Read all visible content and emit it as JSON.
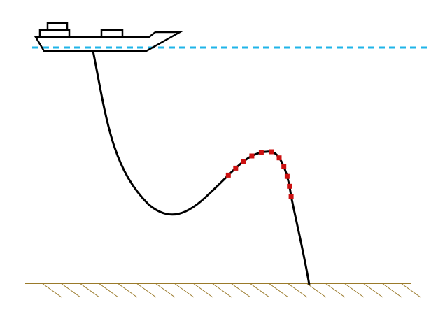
{
  "diagram": {
    "type": "lazy-wave-riser-schematic",
    "colors": {
      "background": "#ffffff",
      "sea_surface": "#1fb4e8",
      "seabed": "#9a7a2a",
      "vessel": "#000000",
      "riser": "#000000",
      "buoyancy_modules": "#cc1111"
    },
    "components": [
      "vessel",
      "sea-surface",
      "riser",
      "buoyancy-modules",
      "seabed"
    ],
    "buoyancy_module_count": 11,
    "labels": []
  }
}
